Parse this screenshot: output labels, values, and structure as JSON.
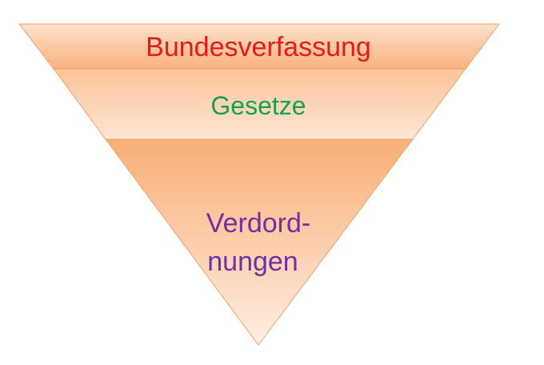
{
  "diagram": {
    "tiers": [
      {
        "label": "Bundesverfassung",
        "text_color": "#e8191c"
      },
      {
        "label": "Gesetze",
        "text_color": "#18a14a"
      },
      {
        "label_lines": [
          "Verdord-",
          "nungen"
        ],
        "text_color": "#7030a0"
      }
    ],
    "fill_colors": {
      "light": "#fde3cf",
      "mid": "#fbbf8e",
      "dark": "#f9ad75",
      "border": "#f1a46a"
    }
  }
}
